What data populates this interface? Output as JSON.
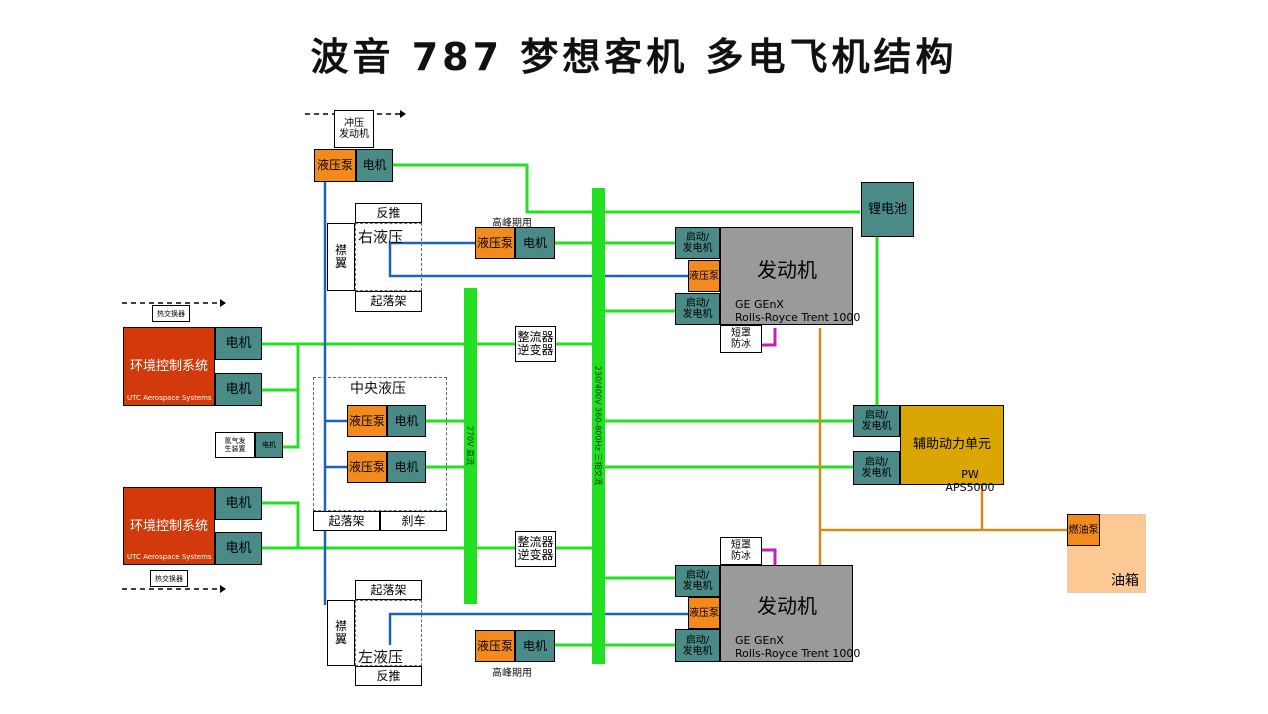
{
  "title": "波音 787 梦想客机 多电飞机结构",
  "labels": {
    "ram_engine": "冲压\n发动机",
    "hydraulic_pump": "液压泵",
    "motor": "电机",
    "thrust_reverser": "反推",
    "flaps": "襟\n翼",
    "right_hydraulic": "右液压",
    "left_hydraulic": "左液压",
    "center_hydraulic": "中央液压",
    "landing_gear": "起落架",
    "brake": "刹车",
    "peak_period": "高峰期用",
    "rectifier_inverter": "整流器\n逆变器",
    "bus_270v": "270V 直流",
    "bus_230v": "230/400V 360-800Hz 三相交流",
    "starter_generator": "启动/\n发电机",
    "engine": "发动机",
    "engine_model_1": "GE GEnX",
    "engine_model_2": "Rolls-Royce Trent 1000",
    "nacelle_anti_ice": "短罩\n防冰",
    "lithium_battery": "锂电池",
    "apu": "辅助动力单元",
    "apu_model": "PW APS5000",
    "fuel_pump": "燃油泵",
    "fuel_tank": "油箱",
    "ecs": "环境控制系统",
    "ecs_vendor": "UTC Aerospace Systems",
    "heat_exchanger": "热交换器",
    "nitrogen_generator": "氮气发\n生装置"
  },
  "colors": {
    "green_bus": "#22e022",
    "hydraulic_line": "#1e63b8",
    "fuel_line": "#d4891a",
    "anti_ice_line": "#c21fbf",
    "motor_fill": "#4a8a87",
    "pump_fill": "#f28a1e",
    "ecs_fill": "#d23a0b",
    "engine_fill": "#9a9a9a",
    "apu_fill": "#d9a604",
    "tank_fill": "#fcc893"
  }
}
